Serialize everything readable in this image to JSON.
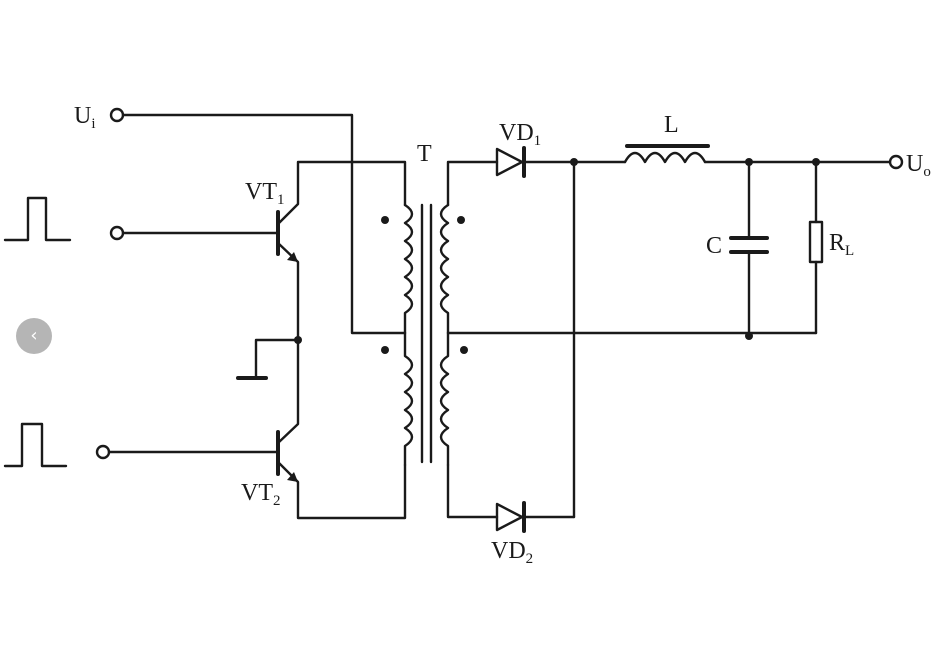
{
  "labels": {
    "ui": "U",
    "ui_sub": "i",
    "uo": "U",
    "uo_sub": "o",
    "T": "T",
    "vd1": "VD",
    "vd1_sub": "1",
    "vd2": "VD",
    "vd2_sub": "2",
    "vt1": "VT",
    "vt1_sub": "1",
    "vt2": "VT",
    "vt2_sub": "2",
    "L": "L",
    "C": "C",
    "rl": "R",
    "rl_sub": "L"
  },
  "nav": {
    "prev_glyph": "‹"
  }
}
